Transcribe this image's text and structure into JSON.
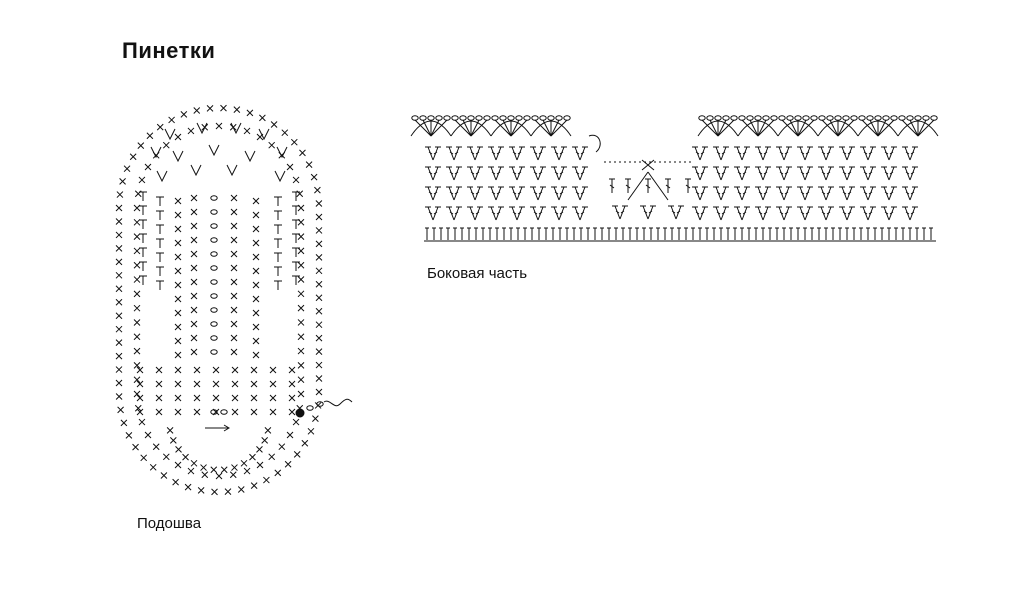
{
  "title": "Пинетки",
  "sole": {
    "label": "Подошва"
  },
  "side": {
    "label": "Боковая часть"
  },
  "colors": {
    "ink": "#111111",
    "background": "#ffffff"
  }
}
